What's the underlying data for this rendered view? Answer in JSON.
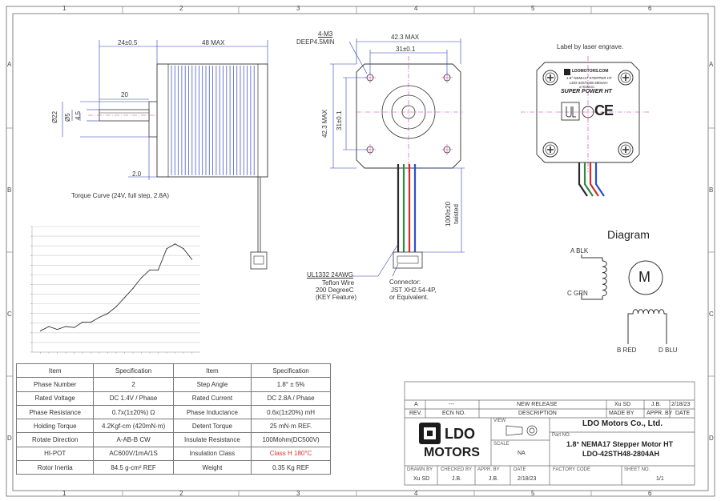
{
  "sheet": {
    "column_labels": [
      "1",
      "2",
      "3",
      "4",
      "5",
      "6"
    ],
    "row_labels": [
      "A",
      "B",
      "C",
      "D"
    ]
  },
  "side_view": {
    "dim_shaft_length": "24±0.5",
    "dim_body_length": "48 MAX",
    "dim_flat_length": "20",
    "dim_boss_dia": "Ø22",
    "dim_shaft_dia": "Ø5",
    "dim_flat": "4.5",
    "dim_boss_height": "2.0"
  },
  "front_view": {
    "hole_callout_1": "4-M3",
    "hole_callout_2": "DEEP4.5MIN",
    "dim_width": "42.3 MAX",
    "dim_hole_spacing_h": "31±0.1",
    "dim_height": "42.3 MAX",
    "dim_hole_spacing_v": "31±0.1",
    "dim_lead_length": "1000±20",
    "dim_lead_note": "twisted",
    "wire_note_1": "UL1332 24AWG",
    "wire_note_2": "Teflon Wire",
    "wire_note_3": "200 DegreeC",
    "wire_note_4": "(KEY Feature)",
    "connector_note_1": "Connector:",
    "connector_note_2": "JST XH2.54-4P,",
    "connector_note_3": "or Equivalent.",
    "wire_colors": [
      "#2a2a2a",
      "#2e8b3e",
      "#d03030",
      "#2a4fcf"
    ]
  },
  "label_view": {
    "caption": "Label by laser engrave.",
    "brand_url": "LDOMOTORS.COM",
    "line1": "1.8° NEMA17 STEPPER HT",
    "line2": "LDO-42STH48-2804AH",
    "line3": "#TR8MOD",
    "product": "SUPER POWER HT",
    "ce_mark": "CE"
  },
  "torque_curve": {
    "title": "Torque Curve (24V, full step, 2.8A)"
  },
  "chart_data": {
    "type": "line",
    "title": "Torque Curve (24V, full step, 2.8A)",
    "xlabel": "",
    "ylabel": "",
    "grid": true,
    "x": [
      1,
      2,
      3,
      4,
      5,
      6,
      7,
      8,
      9,
      10,
      11,
      12,
      13,
      14,
      15,
      16,
      17,
      18,
      19
    ],
    "series": [
      {
        "values": [
          0.22,
          0.265,
          0.235,
          0.265,
          0.255,
          0.31,
          0.31,
          0.36,
          0.4,
          0.47,
          0.565,
          0.66,
          0.77,
          0.85,
          0.85,
          1.07,
          1.12,
          1.07,
          0.96
        ]
      }
    ],
    "ylim": [
      0,
      1.3
    ]
  },
  "diagram": {
    "title": "Diagram",
    "motor_symbol": "M",
    "label_a": "A BLK",
    "label_c": "C GRN",
    "label_b": "B RED",
    "label_d": "D BLU"
  },
  "spec_table": {
    "header": [
      "Item",
      "Specification",
      "Item",
      "Specification"
    ],
    "rows": [
      [
        "Phase Number",
        "2",
        "Step Angle",
        "1.8° ± 5%"
      ],
      [
        "Rated Voltage",
        "DC 1.4V / Phase",
        "Rated Current",
        "DC 2.8A / Phase"
      ],
      [
        "Phase Resistance",
        "0.7x(1±20%) Ω",
        "Phase Inductance",
        "0.6x(1±20%) mH"
      ],
      [
        "Holding Torque",
        "4.2Kgf-cm (420mN·m)",
        "Detent Torque",
        "25 mN·m REF."
      ],
      [
        "Rotate Direction",
        "A-AB-B CW",
        "Insulate Resistance",
        "100Mohm(DC500V)"
      ],
      [
        "HI-POT",
        "AC600V/1mA/1S",
        "Insulation Class",
        "Class H 180°C"
      ],
      [
        "Rotor Inertia",
        "84.5 g-cm² REF",
        "Weight",
        "0.35 Kg REF"
      ]
    ],
    "highlight_color": "#d33333"
  },
  "title_block": {
    "rev_row": [
      "A",
      "---",
      "NEW RELEASE",
      "Xu SD",
      "J.B.",
      "2/18/23"
    ],
    "rev_header": [
      "REV.",
      "ECN NO.",
      "DESCRIPTION",
      "MADE BY",
      "APPR. BY",
      "DATE"
    ],
    "company": "LDO Motors Co., Ltd.",
    "logo_text_1": "LDO",
    "logo_text_2": "MOTORS",
    "view_label": "VIEW",
    "part_no_label": "Part NO.",
    "part_desc": "1.8° NEMA17 Stepper Motor HT",
    "part_no": "LDO-42STH48-2804AH",
    "scale_label": "SCALE",
    "scale_value": "NA",
    "drawn_by_label": "DRAWN BY",
    "drawn_by": "Xu SD",
    "checked_by_label": "CHECKED BY",
    "checked_by": "J.B.",
    "appr_by_label": "APPR. BY",
    "appr_by": "J.B.",
    "date_label": "DATE",
    "date": "2/18/23",
    "factory_code_label": "FACTORY CODE",
    "sheet_no_label": "SHEET NO.",
    "sheet_no": "1/1"
  }
}
